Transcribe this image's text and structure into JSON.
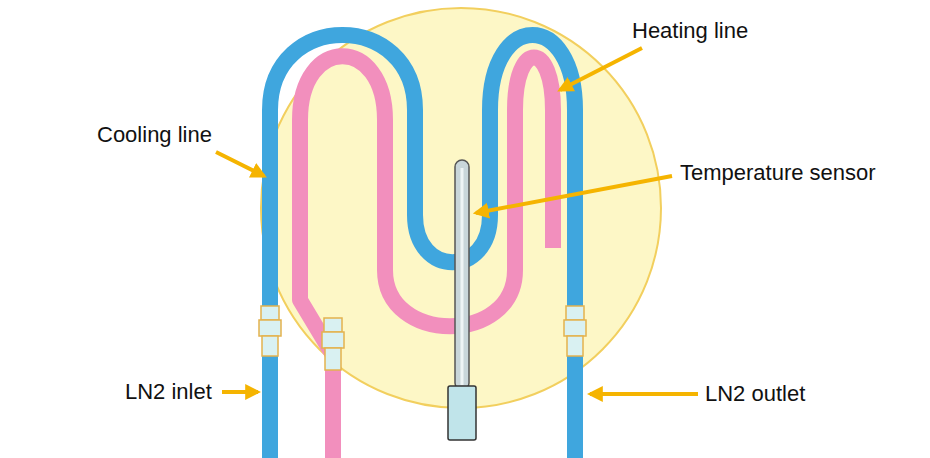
{
  "diagram": {
    "labels": [
      "Heating line",
      "Cooling line",
      "Temperature sensor",
      "LN2 inlet",
      "LN2 outlet"
    ]
  }
}
